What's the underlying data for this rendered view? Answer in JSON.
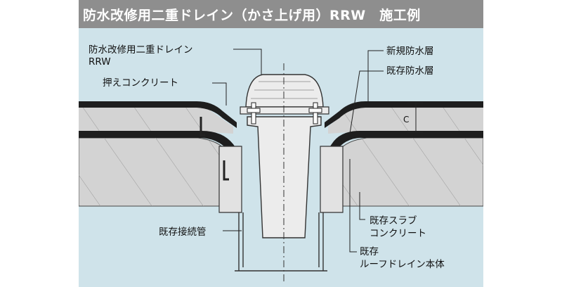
{
  "title": "防水改修用二重ドレイン（かさ上げ用）RRW　施工例",
  "labels": {
    "drain_line1": "防水改修用二重ドレイン",
    "drain_line2": "RRW",
    "press_concrete": "押えコンクリート",
    "new_waterproof": "新規防水層",
    "existing_waterproof": "既存防水層",
    "dimension_c": "C",
    "existing_pipe": "既存接続管",
    "slab_line1": "既存スラブ",
    "slab_line2": "コンクリート",
    "roof_drain_line1": "既存",
    "roof_drain_line2": "ルーフドレイン本体"
  },
  "colors": {
    "title_bg": "#8e8e8e",
    "background": "#cfe3ea",
    "concrete": "#d3d3d3",
    "membrane": "#1e1e1e",
    "drain_body": "#ececec"
  }
}
